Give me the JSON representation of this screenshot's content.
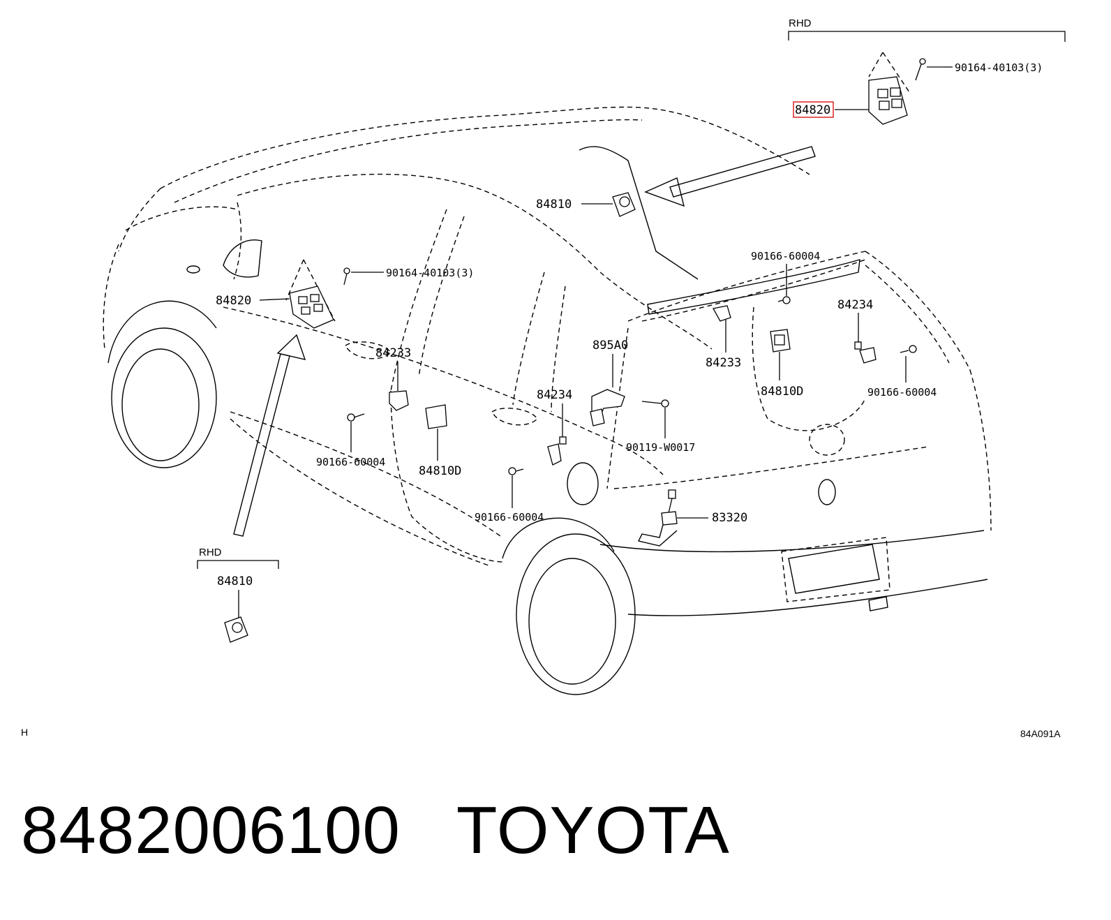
{
  "diagram": {
    "rhd_top_label": "RHD",
    "rhd_bottom_label": "RHD",
    "corner_left": "H",
    "corner_right": "84A091A",
    "callouts": {
      "top_bolt": "90164-40103(3)",
      "top_switch_highlighted": "84820",
      "main_switch_front": "84810",
      "front_door_bolt": "90164-40103(3)",
      "front_door_switch": "84820",
      "front_door_lock_cyl": "84233",
      "rear_door_bolt_left": "90166-60004",
      "rear_door_switch": "84810D",
      "rear_door_lock": "84234",
      "rear_door_bolt_bottom": "90166-60004",
      "center_sensor": "895A0",
      "center_clip": "90119-W0017",
      "harness": "83320",
      "back_bolt_top": "90166-60004",
      "back_lock_cyl": "84233",
      "back_switch": "84810D",
      "back_lock_right": "84234",
      "back_bolt_right": "90166-60004",
      "rhd_switch": "84810"
    }
  },
  "caption": {
    "part_number": "8482006100",
    "brand": "TOYOTA"
  }
}
